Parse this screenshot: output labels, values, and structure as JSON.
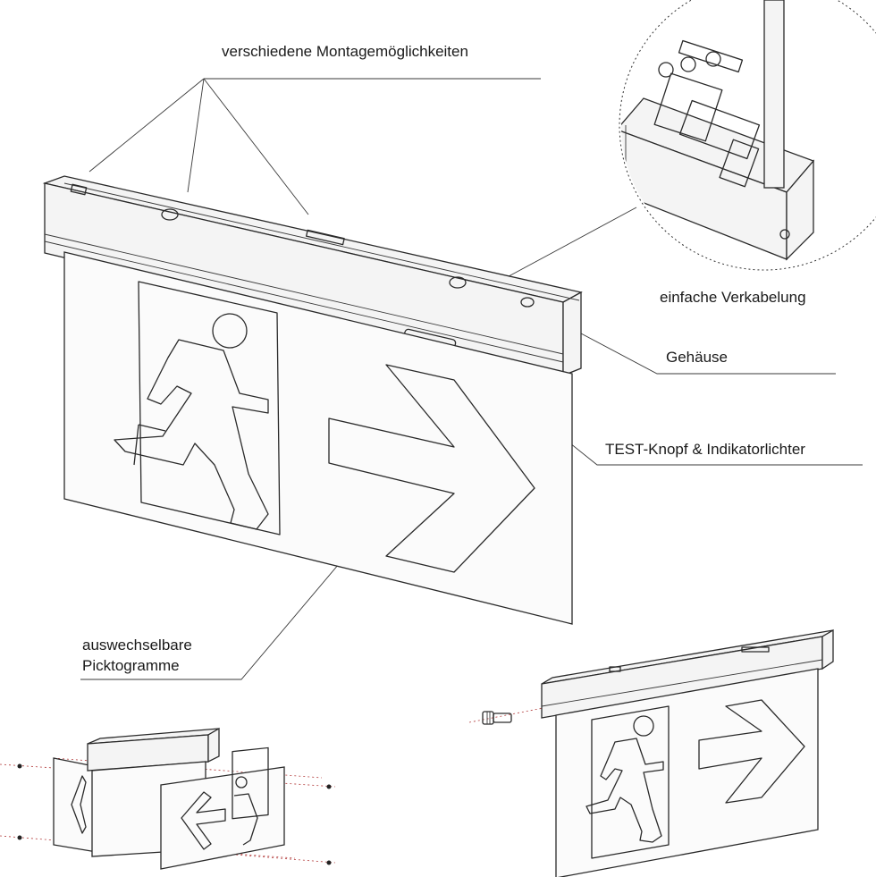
{
  "labels": {
    "mounting": "verschiedene Montagemöglichkeiten",
    "wiring": "einfache Verkabelung",
    "housing": "Gehäuse",
    "test": "TEST-Knopf & Indikatorlichter",
    "pictograms_line1": "auswechselbare",
    "pictograms_line2": "Picktogramme"
  },
  "colors": {
    "line": "#2a2a2a",
    "accent_dotted": "#b23a3a",
    "background": "#ffffff"
  },
  "icons": [
    "running-man-icon",
    "arrow-right-icon",
    "arrow-left-icon",
    "cable-gland-icon"
  ]
}
